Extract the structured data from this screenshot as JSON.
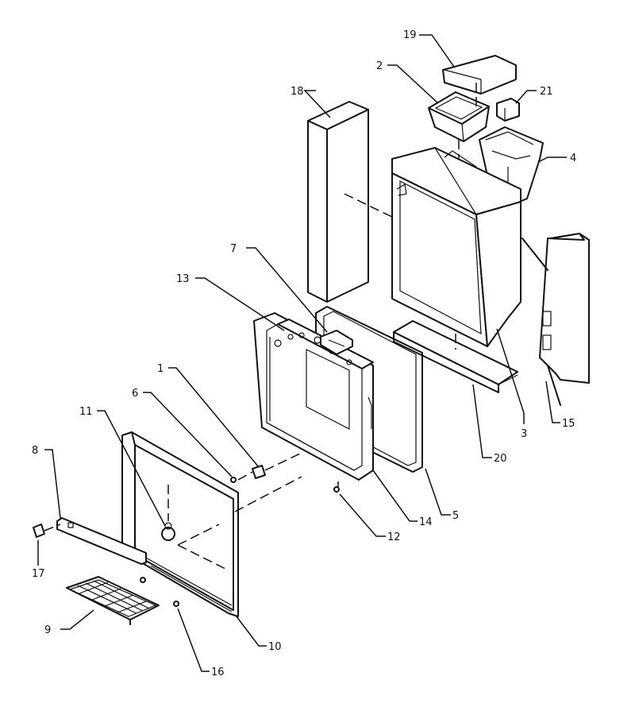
{
  "header_text": "",
  "callouts": [
    {
      "id": "c1",
      "label": "1"
    },
    {
      "id": "c2",
      "label": "2"
    },
    {
      "id": "c3",
      "label": "3"
    },
    {
      "id": "c4",
      "label": "4"
    },
    {
      "id": "c5",
      "label": "5"
    },
    {
      "id": "c6",
      "label": "6"
    },
    {
      "id": "c7",
      "label": "7"
    },
    {
      "id": "c8",
      "label": "8"
    },
    {
      "id": "c9",
      "label": "9"
    },
    {
      "id": "c10",
      "label": "10"
    },
    {
      "id": "c11",
      "label": "11"
    },
    {
      "id": "c12",
      "label": "12"
    },
    {
      "id": "c13",
      "label": "13"
    },
    {
      "id": "c14",
      "label": "14"
    },
    {
      "id": "c15",
      "label": "15"
    },
    {
      "id": "c16",
      "label": "16"
    },
    {
      "id": "c17",
      "label": "17"
    },
    {
      "id": "c18",
      "label": "18"
    },
    {
      "id": "c19",
      "label": "19"
    },
    {
      "id": "c20",
      "label": "20"
    },
    {
      "id": "c21",
      "label": "21"
    }
  ]
}
